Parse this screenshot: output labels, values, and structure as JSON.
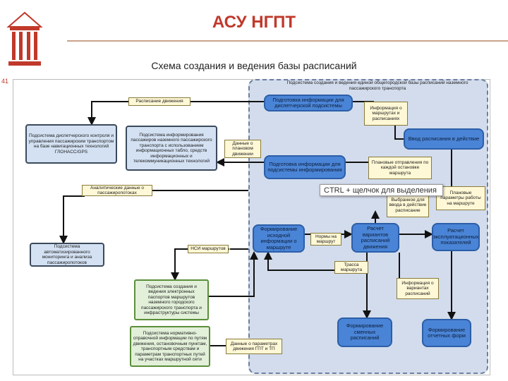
{
  "header": {
    "title": "АСУ НГПТ",
    "subtitle": "Схема создания и ведения базы расписаний",
    "slide_number": "41"
  },
  "tooltip": "CTRL + щелчок для выделения",
  "region_title": "Подсистема создания и ведения единой общегородской базы расписаний наземного пассажирского транспорта",
  "nodes": {
    "n_info": "Подготовка информации для диспетчерской подсистемы",
    "n_vvod": "Ввод расписания в действие",
    "n_podg": "Подготовка информации для подсистемы информирования",
    "n_form": "Формирование исходной информации о маршруте",
    "n_raschet": "Расчет вариантов расписаний движения",
    "n_ekspl": "Расчет эксплуатационных показателей",
    "n_vybor": "Формирование сменных расписаний",
    "n_form2": "Формирование отчетных форм",
    "dispatch": "Подсистема диспетчерского контроля и управления пассажирским транспортом на базе навигационных технологий ГЛОНАСС/GPS",
    "inform": "Подсистема информирования пассажиров наземного пассажирского транспорта с использованием информационных табло, средств информационных и телекоммуникационных технологий",
    "monitor": "Подсистема автоматизированного мониторинга и анализа пассажиропотоков",
    "elektron": "Подсистема создания и ведения электронных паспортов маршрутов наземного городского пассажирского транспорта и инфраструктуры системы",
    "nsi": "Подсистема нормативно-справочной информации по путям движения, остановочным пунктам, транспортным средствам и параметрам транспортных путей на участках маршрутной сети"
  },
  "notes": {
    "raspisanie": "Расписание движения",
    "info_marsh": "Информация о маршрутах и расписаниях",
    "dannye": "Данные о плановом движении",
    "plan_otpr": "Плановые отправления по каждой остановке маршрута",
    "analit": "Аналитические данные о пассажиропотоках",
    "vybrannoe": "Выбранное для ввода в действие расписание",
    "tekush": "Плановые параметры работы на маршруте",
    "nsi_marsh": "НСИ маршрутов",
    "normy": "Нормы на маршрут",
    "trassa": "Трасса маршрута",
    "info_var": "Информация о вариантах расписаний",
    "dannye_pp": "Данные о параметрах движения ГПТ и ТП"
  },
  "colors": {
    "title": "#c0392b",
    "region": "#d2dcec",
    "process": "#4a84d6",
    "subsystem": "#d3e1f3",
    "external": "#e2f0d9"
  }
}
